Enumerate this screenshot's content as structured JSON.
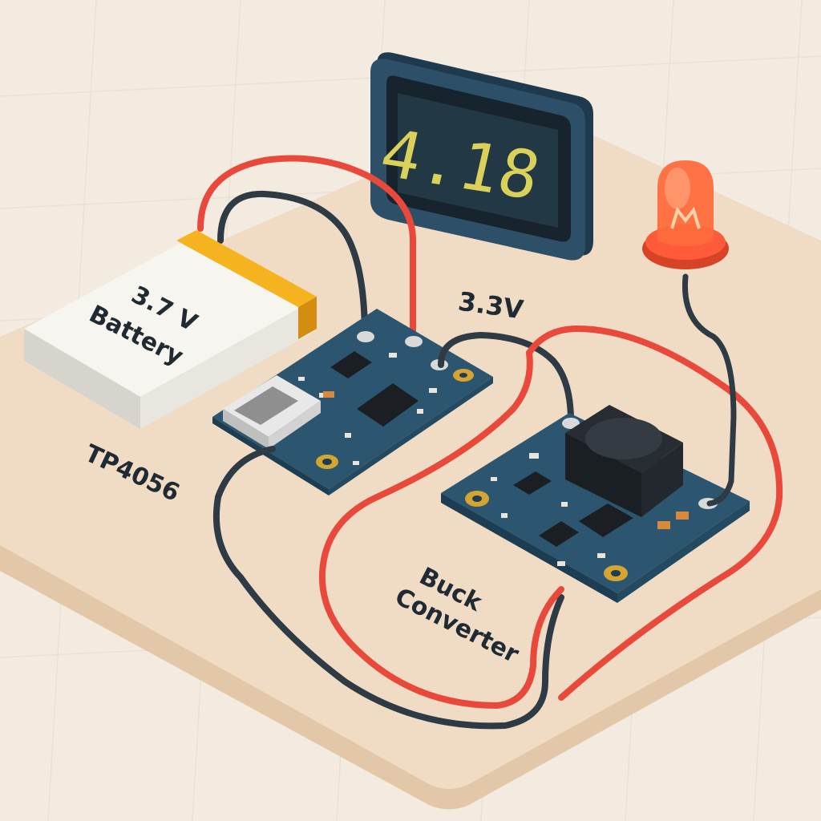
{
  "diagram": {
    "battery": {
      "voltage": "3.7 V",
      "name": "Battery"
    },
    "charger_label": "TP4056",
    "output_label": "3.3V",
    "converter": {
      "line1": "Buck",
      "line2": "Converter"
    },
    "voltmeter_reading": "4.18",
    "colors": {
      "background": "#f3ebe0",
      "board": "#efd9bf",
      "pcb": "#2c5670",
      "wire_red": "#e8493a",
      "wire_black": "#2e3a44",
      "led": "#ff6b3d",
      "battery_tab": "#f2a91b",
      "display_case": "#2d5068",
      "lcd_text": "#d9d15a"
    },
    "icons": [
      "lipo-battery-icon",
      "usb-c-port-icon",
      "inductor-icon",
      "led-icon",
      "voltmeter-icon"
    ]
  }
}
